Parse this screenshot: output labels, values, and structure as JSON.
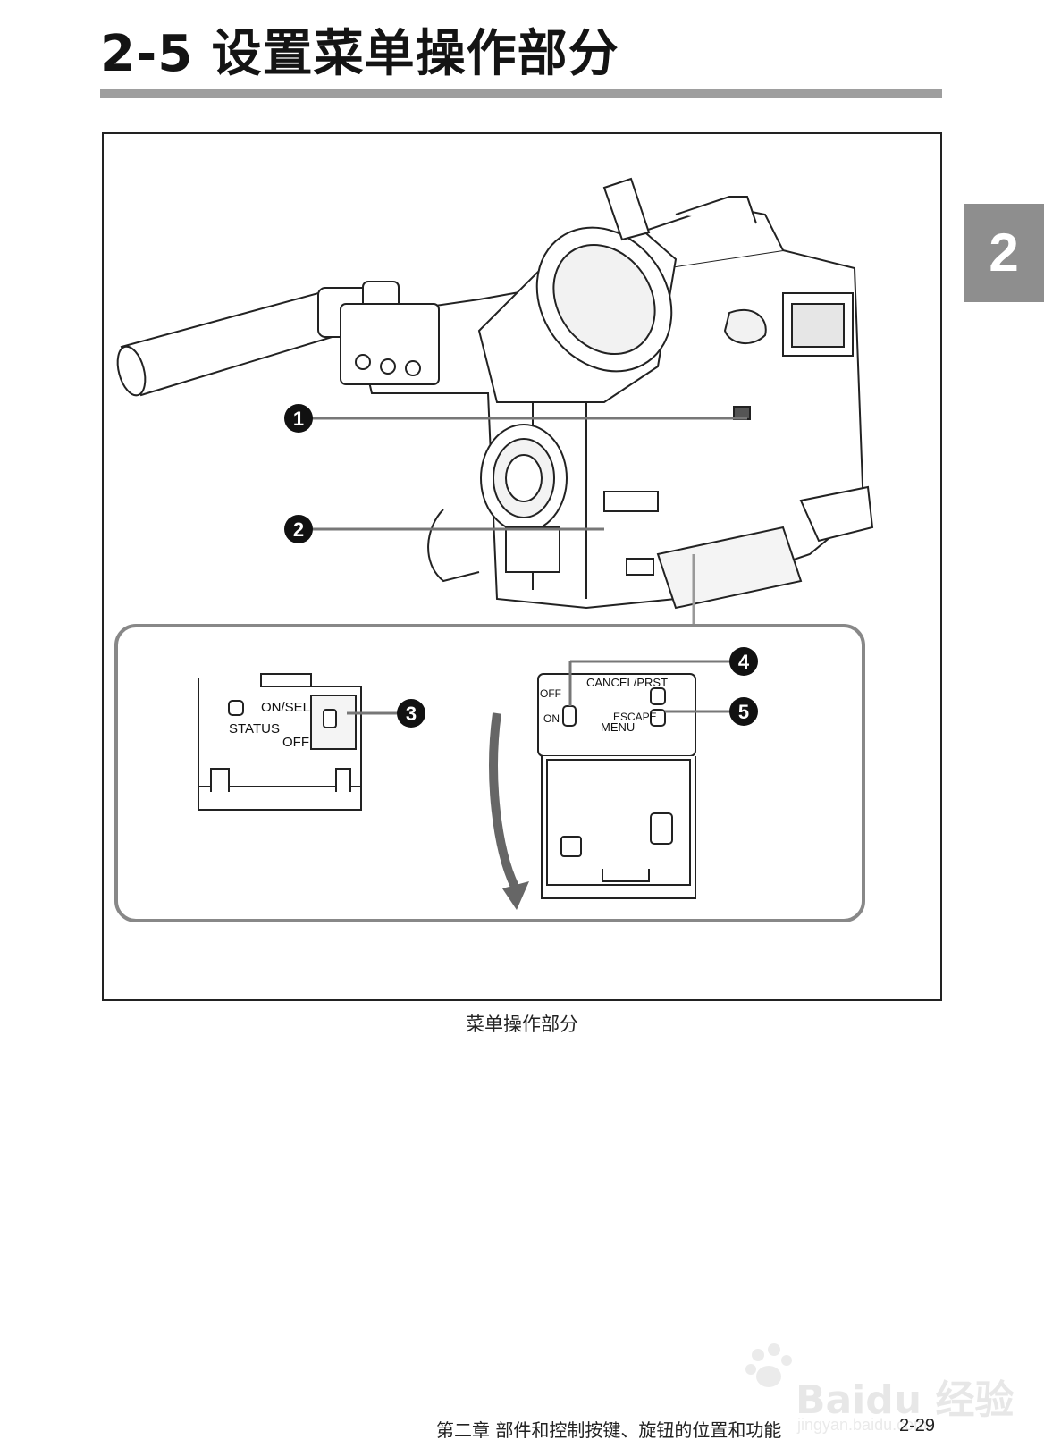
{
  "page": {
    "title": "2-5 设置菜单操作部分",
    "chapter_tab": "2",
    "caption": "菜单操作部分",
    "footer_text": "第二章  部件和控制按键、旋钮的位置和功能",
    "page_number": "2-29"
  },
  "callouts": [
    "1",
    "2",
    "3",
    "4",
    "5"
  ],
  "panel_left": {
    "status_label": "STATUS",
    "on_sel_label": "ON/SEL",
    "off_label": "OFF"
  },
  "panel_right": {
    "cancel_prst_label": "CANCEL/PRST",
    "off_label": "OFF",
    "on_label": "ON",
    "escape_label": "ESCAPE",
    "menu_label": "MENU"
  },
  "watermark": {
    "text": "Baidu 经验",
    "sub": "jingyan.baidu.com"
  }
}
